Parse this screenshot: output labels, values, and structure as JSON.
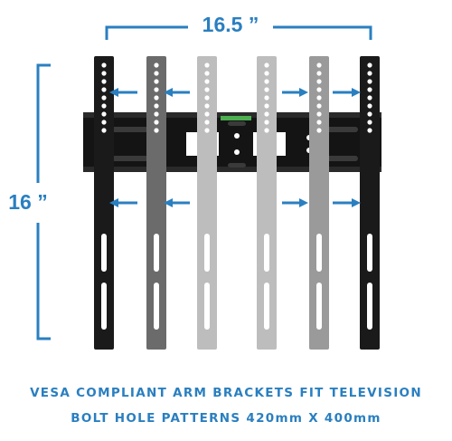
{
  "dimensions": {
    "width_label": "16.5 ”",
    "height_label": "16 ”"
  },
  "caption": {
    "line1": "VESA COMPLIANT ARM BRACKETS FIT TELEVISION",
    "line2": "BOLT HOLE PATTERNS 420mm X 400mm"
  },
  "colors": {
    "accent": "#2a7fc0",
    "bracket_black": "#1a1a1a",
    "bracket_dark_gray": "#6b6b6b",
    "bracket_mid_gray": "#9a9a9a",
    "bracket_light_gray": "#bdbdbd",
    "plate": "#141414",
    "logo_green": "#4caf50"
  },
  "arms": [
    {
      "name": "arm-left-outer",
      "shade": "bracket_black"
    },
    {
      "name": "arm-left-dark",
      "shade": "bracket_dark_gray"
    },
    {
      "name": "arm-left-light",
      "shade": "bracket_light_gray"
    },
    {
      "name": "arm-right-light",
      "shade": "bracket_light_gray"
    },
    {
      "name": "arm-right-dark",
      "shade": "bracket_mid_gray"
    },
    {
      "name": "arm-right-outer",
      "shade": "bracket_black"
    }
  ]
}
